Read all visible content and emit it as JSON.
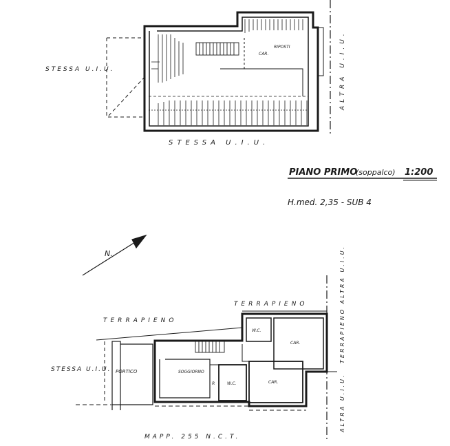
{
  "upper_plan": {
    "left_label": "STESSA U.I.U.",
    "bottom_label": "STESSA U.I.U.",
    "right_label": "ALTRA U.I.U.",
    "rooms": [
      "CAR.",
      "RIPOSTI"
    ]
  },
  "title_block": {
    "title": "PIANO PRIMO",
    "subtitle": "(soppalco)",
    "scale": "1:200",
    "info": "H.med. 2,35 - SUB 4"
  },
  "north_arrow": {
    "label": "N."
  },
  "lower_plan": {
    "top_label_left": "TERRAPIENO",
    "top_label_right": "TERRAPIENO",
    "right_label": "TERRAPIENO ALTRA U.I.U.",
    "right_label_bottom": "ALTRA U.I.U.",
    "left_label": "STESSA U.I.U.",
    "bottom_label": "MAPP. 255 N.C.T.",
    "rooms": {
      "porch": "PORTICO",
      "living": "SOGGIORNO",
      "bath1": "W.C.",
      "bath2": "W.C.",
      "room1": "CAR.",
      "room2": "CAR.",
      "r": "R"
    }
  }
}
